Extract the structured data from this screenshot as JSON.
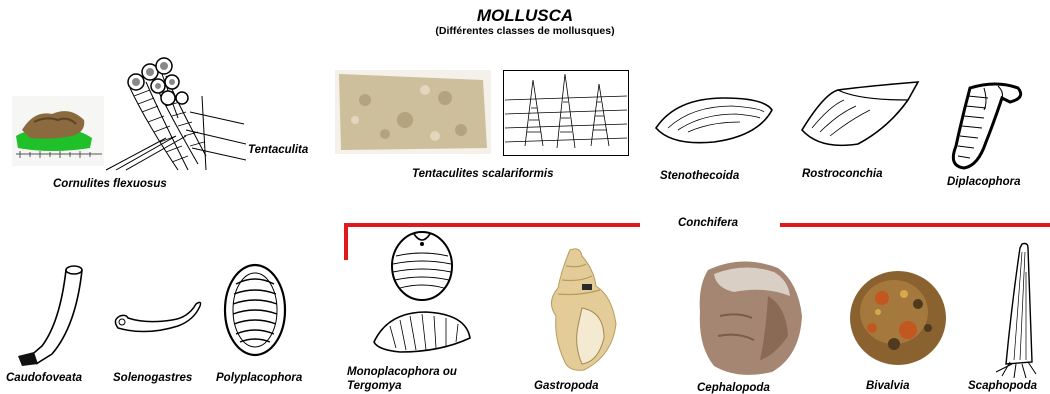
{
  "header": {
    "title": "MOLLUSCA",
    "subtitle": "(Différentes classes de mollusques)"
  },
  "top_row": {
    "cornulites": "Cornulites flexuosus",
    "tentaculita": "Tentaculita",
    "tentaculites": "Tentaculites scalariformis",
    "stenothecoida": "Stenothecoida",
    "rostroconchia": "Rostroconchia",
    "diplacophora": "Diplacophora"
  },
  "bottom_row": {
    "conchifera": "Conchifera",
    "caudofoveata": "Caudofoveata",
    "solenogastres": "Solenogastres",
    "polyplacophora": "Polyplacophora",
    "monoplacophora_line1": "Monoplacophora ou",
    "monoplacophora_line2": "Tergomya",
    "gastropoda": "Gastropoda",
    "cephalopoda": "Cephalopoda",
    "bivalvia": "Bivalvia",
    "scaphopoda": "Scaphopoda"
  },
  "colors": {
    "conchifera_bracket": "#e0191b",
    "specimen_green": "#1fc02a"
  }
}
